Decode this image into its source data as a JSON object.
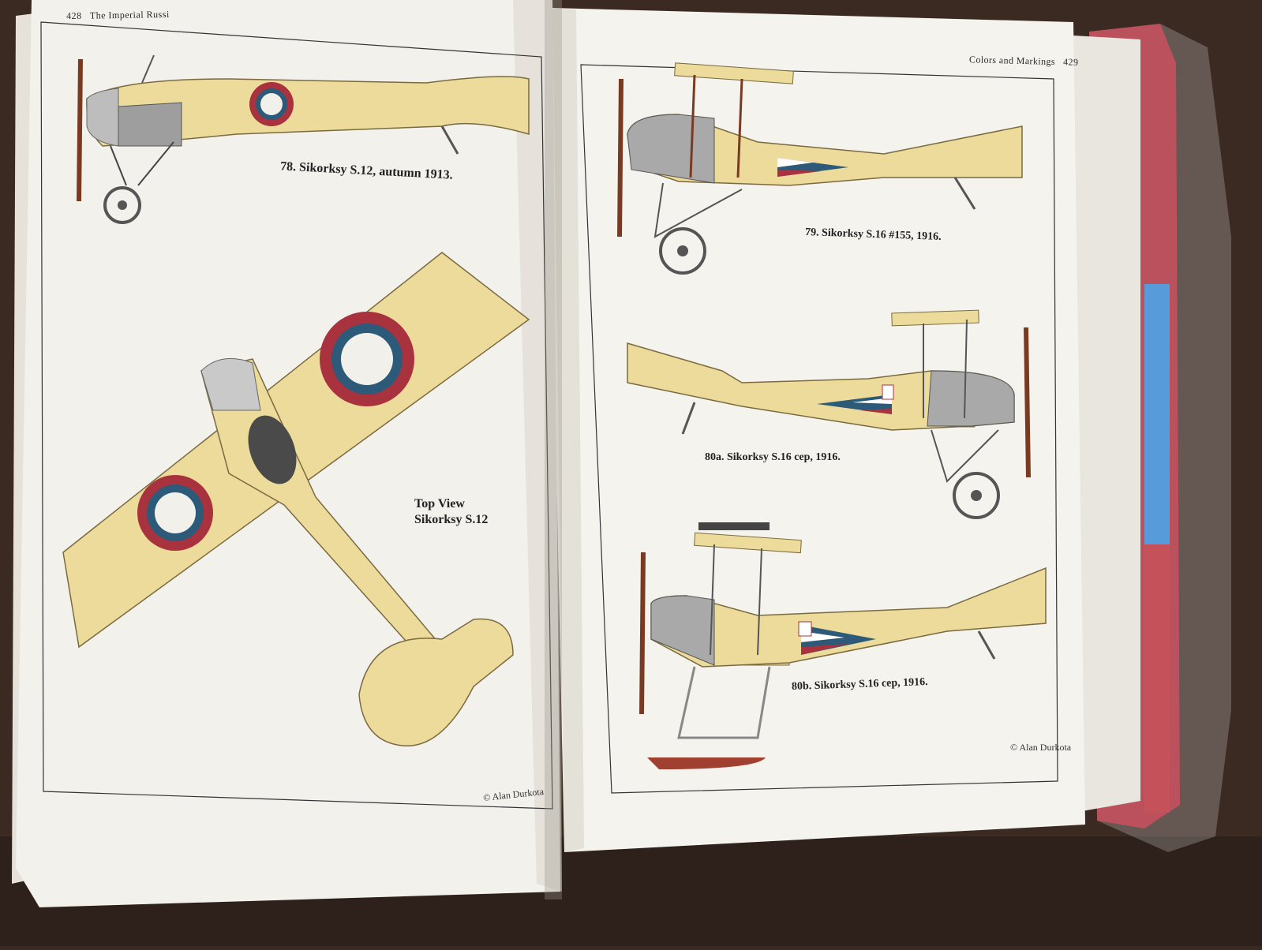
{
  "book": {
    "left_page": {
      "page_number": "428",
      "running_head": "The Imperial Russi",
      "captions": {
        "fig78": "78. Sikorksy S.12, autumn 1913.",
        "top_view_line1": "Top View",
        "top_view_line2": "Sikorksy S.12"
      },
      "credit": "© Alan Durkota"
    },
    "right_page": {
      "page_number": "429",
      "running_head": "Colors and Markings",
      "captions": {
        "fig79": "79. Sikorksy S.16 #155, 1916.",
        "fig80a": "80a. Sikorksy S.16 cep, 1916.",
        "fig80b": "80b. Sikorksy S.16 cep, 1916."
      },
      "credit": "© Alan Durkota"
    }
  },
  "colors": {
    "table": "#3a2a22",
    "paper": "#f3f1ec",
    "airframe": "#ecdb9a",
    "engine_grey": "#a9a9a9",
    "roundel_red": "#a8323e",
    "roundel_blue": "#2c5a78",
    "book_cover_red": "#a82030",
    "book_tab_blue": "#2a7fd0"
  }
}
